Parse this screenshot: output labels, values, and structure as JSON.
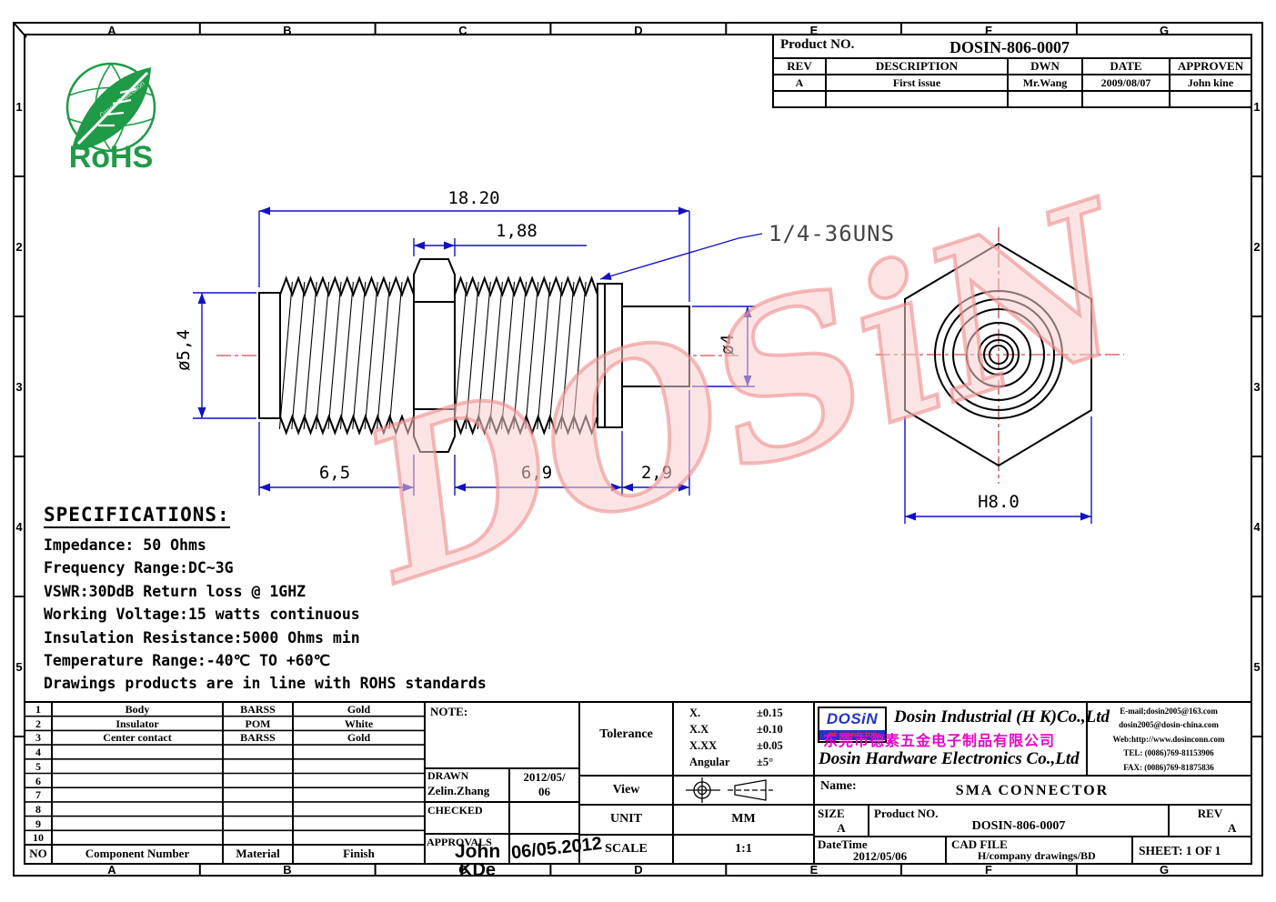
{
  "colors": {
    "dim_blue": "#1212c4",
    "center_red": "#c42020",
    "watermark_pink": "#f3a6a6",
    "rohs_green": "#1f9a46",
    "cn_magenta": "#e607c8",
    "logo_blue": "#2233cc"
  },
  "border": {
    "top_letters": [
      "A",
      "B",
      "C",
      "D",
      "E",
      "F",
      "G"
    ],
    "bottom_letters": [
      "A",
      "B",
      "C",
      "D",
      "E",
      "F",
      "G"
    ],
    "left_numbers": [
      "1",
      "2",
      "3",
      "4",
      "5"
    ],
    "right_numbers": [
      "1",
      "2",
      "3",
      "4",
      "5"
    ]
  },
  "rohs": {
    "title": "RoHS",
    "subtitle": "Green Protection"
  },
  "rev_table": {
    "product_no_label": "Product NO.",
    "product_no_value": "DOSIN-806-0007",
    "headers": [
      "REV",
      "DESCRIPTION",
      "DWN",
      "DATE",
      "APPROVEN"
    ],
    "row": {
      "rev": "A",
      "description": "First issue",
      "dwn": "Mr.Wang",
      "date": "2009/08/07",
      "approven": "John kine"
    }
  },
  "dims": {
    "overall": "18.20",
    "hex_w": "1,88",
    "thread": "1/4-36UNS",
    "dia_body": "ø5,4",
    "dia_tip": "ø4",
    "seg1": "6,5",
    "seg2": "6,9",
    "seg3": "2,9",
    "hex_flat": "H8.0"
  },
  "watermark": {
    "text": "DOSiN"
  },
  "specs": {
    "title": "SPECIFICATIONS:",
    "lines": [
      "Impedance: 50 Ohms",
      "Frequency Range:DC~3G",
      "VSWR:30DdB Return loss @ 1GHZ",
      "Working Voltage:15 watts continuous",
      "Insulation Resistance:5000 Ohms min",
      "Temperature Range:-40℃ TO +60℃",
      "Drawings products are in line with ROHS standards"
    ]
  },
  "parts_table": {
    "header": {
      "no": "NO",
      "component": "Component Number",
      "material": "Material",
      "finish": "Finish"
    },
    "rows": [
      {
        "no": "1",
        "component": "Body",
        "material": "BARSS",
        "finish": "Gold"
      },
      {
        "no": "2",
        "component": "Insulator",
        "material": "POM",
        "finish": "White"
      },
      {
        "no": "3",
        "component": "Center contact",
        "material": "BARSS",
        "finish": "Gold"
      },
      {
        "no": "4",
        "component": "",
        "material": "",
        "finish": ""
      },
      {
        "no": "5",
        "component": "",
        "material": "",
        "finish": ""
      },
      {
        "no": "6",
        "component": "",
        "material": "",
        "finish": ""
      },
      {
        "no": "7",
        "component": "",
        "material": "",
        "finish": ""
      },
      {
        "no": "8",
        "component": "",
        "material": "",
        "finish": ""
      },
      {
        "no": "9",
        "component": "",
        "material": "",
        "finish": ""
      },
      {
        "no": "10",
        "component": "",
        "material": "",
        "finish": ""
      }
    ]
  },
  "title_block": {
    "note_label": "NOTE:",
    "drawn_label": "DRAWN",
    "drawn_name": "Zelin.Zhang",
    "drawn_date_1": "2012/05/",
    "drawn_date_2": "06",
    "checked_label": "CHECKED",
    "approvals_label": "APPROVALS",
    "approvals_name": "John",
    "approvals_name2": "KDe",
    "approvals_date": "06/05.2012",
    "tolerance_label": "Tolerance",
    "tolerance_rows": [
      [
        "X.",
        "±0.15"
      ],
      [
        "X.X",
        "±0.10"
      ],
      [
        "X.XX",
        "±0.05"
      ],
      [
        "Angular",
        "±5°"
      ]
    ],
    "view_label": "View",
    "unit_label": "UNIT",
    "unit_value": "MM",
    "scale_label": "SCALE",
    "scale_value": "1:1"
  },
  "company": {
    "logo_text": "DOSiN",
    "logo_sub": "-RF CONNECTOR",
    "name_en1": "Dosin Industrial (H K)Co.,Ltd",
    "name_cn": "东莞市德素五金电子制品有限公司",
    "name_en2": "Dosin Hardware Electronics Co.,Ltd",
    "contacts": [
      "E-mail;dosin2005@163.com",
      "dosin2005@dosin-china.com",
      "Web:http://www.dosinconn.com",
      "TEL: (0086)769-81153906",
      "FAX: (0086)769-81875836"
    ]
  },
  "name_block": {
    "name_label": "Name:",
    "name_value": "SMA CONNECTOR",
    "size_label": "SIZE",
    "size_value": "A",
    "product_label": "Product NO.",
    "product_value": "DOSIN-806-0007",
    "rev_label": "REV",
    "rev_value": "A",
    "datetime_label": "DateTime",
    "datetime_value": "2012/05/06",
    "cadfile_label": "CAD FILE",
    "cadfile_value": "H/company drawings/BD",
    "sheet_label": "SHEET:",
    "sheet_value": "1 OF 1"
  }
}
